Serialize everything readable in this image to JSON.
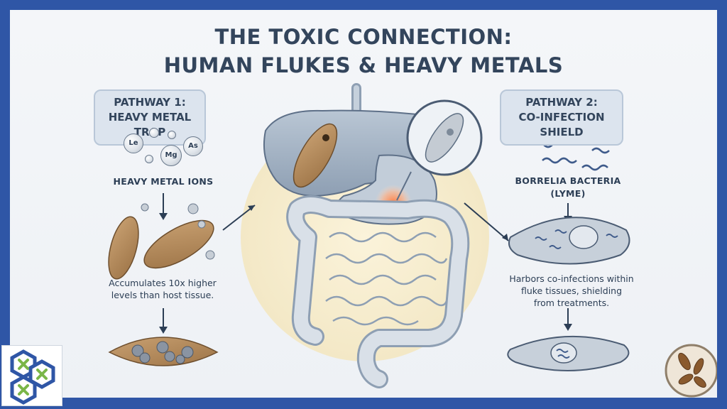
{
  "title": {
    "line1": "THE TOXIC CONNECTION:",
    "line2": "HUMAN FLUKES & HEAVY METALS"
  },
  "pathway1": {
    "heading_line1": "PATHWAY 1:",
    "heading_line2": "HEAVY METAL TRAP",
    "ions": [
      "Le",
      "Mg",
      "As"
    ],
    "ions_label": "HEAVY METAL IONS",
    "description_line1": "Accumulates 10x higher",
    "description_line2": "levels than host tissue."
  },
  "pathway2": {
    "heading_line1": "PATHWAY 2:",
    "heading_line2": "CO-INFECTION SHIELD",
    "bacteria_label_line1": "BORRELIA BACTERIA",
    "bacteria_label_line2": "(LYME)",
    "description_line1": "Harbors co-infections within",
    "description_line2": "fluke tissues, shielding",
    "description_line3": "from treatments."
  },
  "colors": {
    "frame": "#2f56a6",
    "title_text": "#33455c",
    "organ_fill": "#aab8c8",
    "intestine_fill": "#d9e0e8",
    "fluke_fill": "#b48c5e",
    "highlight": "#f3a36b",
    "halo": "#f6eccc"
  }
}
